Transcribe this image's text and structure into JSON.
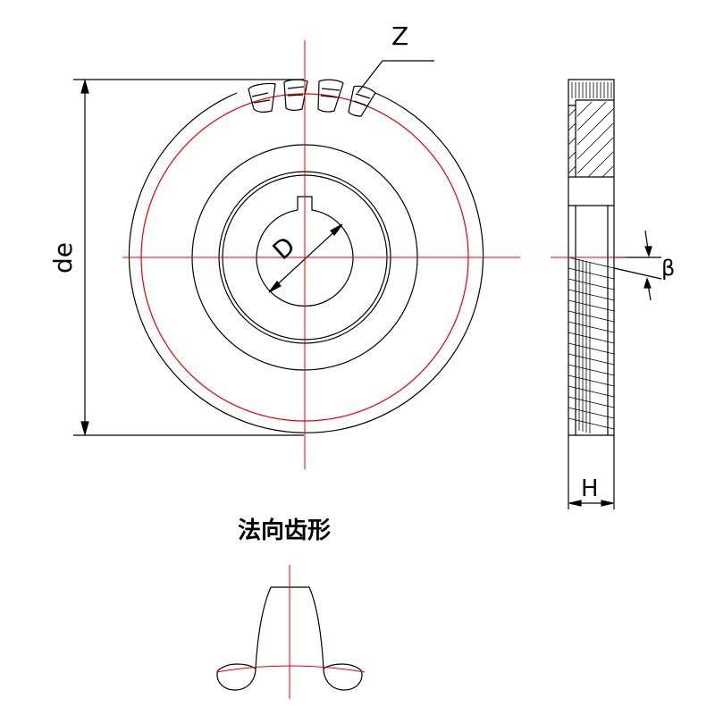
{
  "labels": {
    "z": "Z",
    "de": "de",
    "d": "D",
    "beta": "β",
    "h": "H",
    "normal_profile_title": "法向齿形"
  },
  "colors": {
    "outline": "#000000",
    "centerline": "#e8000b",
    "pitch_circle": "#e8000b"
  }
}
